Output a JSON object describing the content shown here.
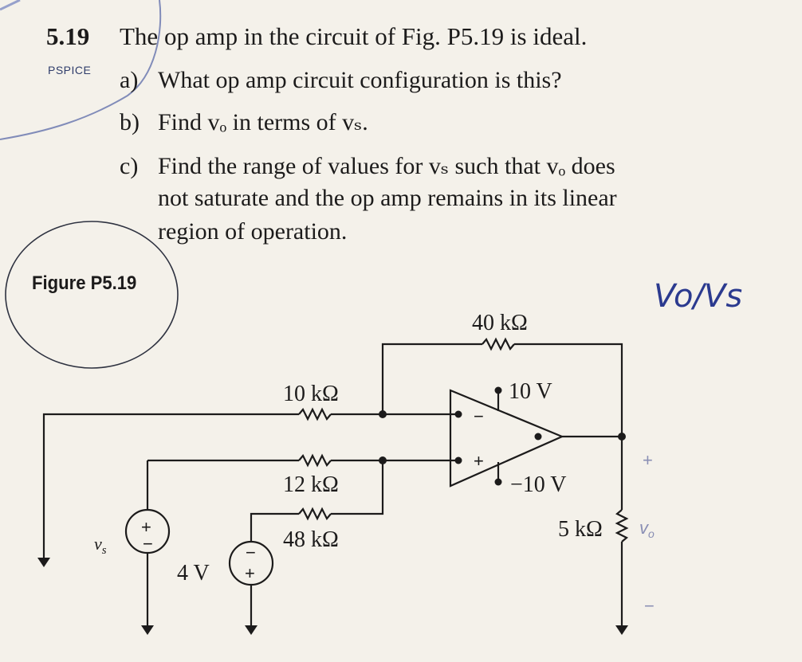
{
  "problem": {
    "number": "5.19",
    "tag": "PSPICE",
    "stem": "The op amp in the circuit of Fig. P5.19 is ideal.",
    "questions": [
      {
        "label": "a)",
        "lines": [
          "What op amp circuit configuration is this?"
        ]
      },
      {
        "label": "b)",
        "lines": [
          "Find vₒ in terms of vₛ."
        ]
      },
      {
        "label": "c)",
        "lines": [
          "Find the range of values for vₛ such that vₒ does",
          "not saturate and the op amp remains in its linear",
          "region of operation."
        ]
      }
    ]
  },
  "figure": {
    "label": "Figure P5.19",
    "components": {
      "r_feedback": "40 kΩ",
      "r_input_a": "10 kΩ",
      "r_input_b": "12 kΩ",
      "r_input_c": "48 kΩ",
      "r_load": "5 kΩ",
      "supply_pos": "10 V",
      "supply_neg": "−10 V",
      "source_v": "4 V",
      "source_vs": "v",
      "source_vs_sub": "s",
      "output_v": "v",
      "output_v_sub": "o",
      "inv_sign": "−",
      "noninv_sign": "+",
      "plus": "+",
      "minus": "−"
    }
  },
  "annotations": {
    "handwritten": "Vo/Vs"
  }
}
